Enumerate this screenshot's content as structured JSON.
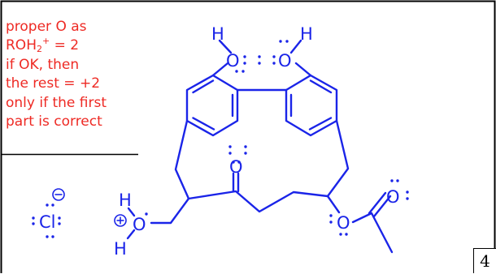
{
  "grading_note": {
    "lines": [
      {
        "text": "proper O as"
      },
      {
        "pre": "ROH",
        "sub": "2",
        "sup": "+",
        "post": " = 2"
      },
      {
        "text": "if OK, then"
      },
      {
        "text": "the rest = +2"
      },
      {
        "text": "only if the first"
      },
      {
        "text": "part is correct"
      }
    ],
    "color": "#ee2a24"
  },
  "score_box": {
    "value": "4"
  },
  "structure": {
    "color": "#1a24e8",
    "phenol_left": {
      "h": "H",
      "o": "O"
    },
    "phenol_right": {
      "h": "H",
      "o": "O"
    },
    "ketone_o": "O",
    "oxonium": {
      "h_top": "H",
      "o": "O",
      "h_bottom": "H",
      "charge": "+"
    },
    "ester": {
      "o_ring": "O",
      "o_carbonyl": "O"
    },
    "chloride": {
      "cl": "Cl",
      "charge": "−"
    }
  }
}
